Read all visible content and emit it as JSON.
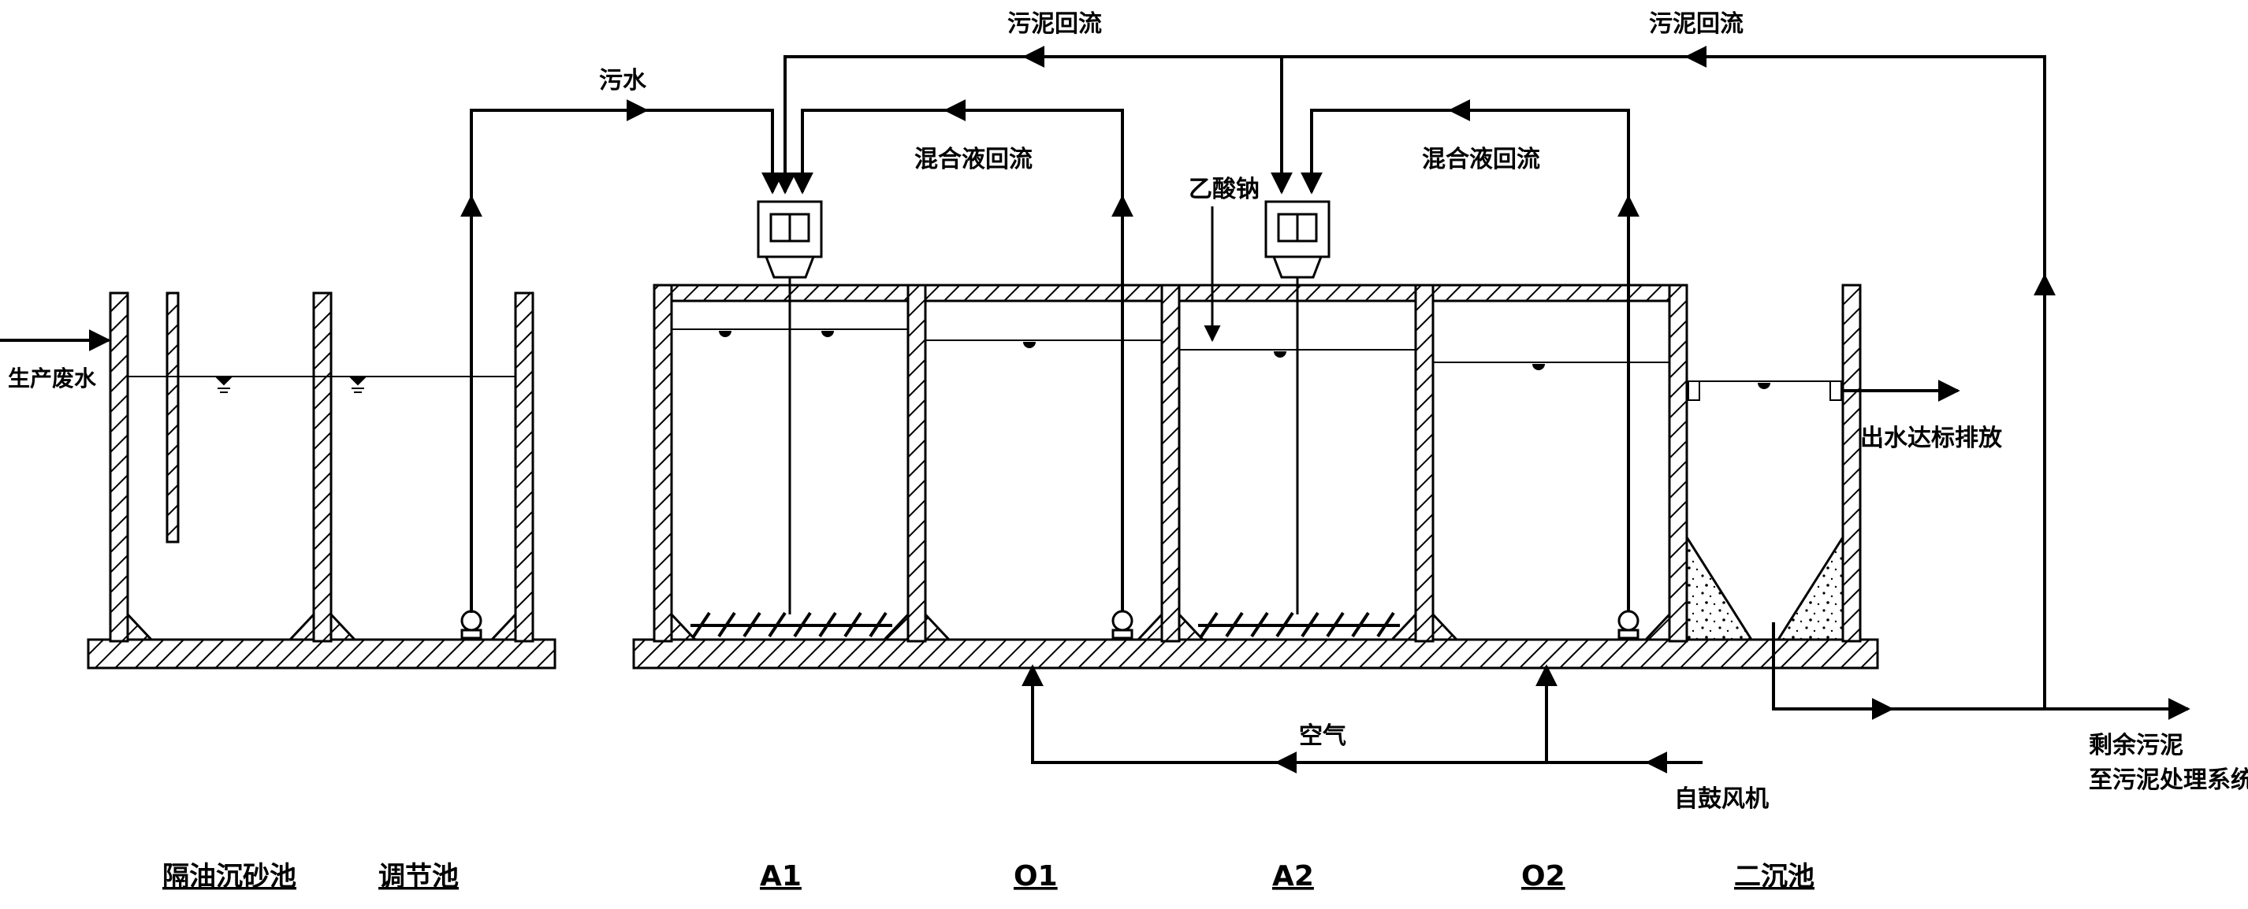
{
  "labels": {
    "sewage": "污水",
    "sludge_return_left": "污泥回流",
    "sludge_return_right": "污泥回流",
    "mixed_return_1": "混合液回流",
    "mixed_return_2": "混合液回流",
    "sodium_acetate": "乙酸钠",
    "production_wastewater": "生产废水",
    "effluent": "出水达标排放",
    "air": "空气",
    "blower": "自鼓风机",
    "excess_sludge_1": "剩余污泥",
    "excess_sludge_2": "至污泥处理系统"
  },
  "units": {
    "oil_grit": "隔油沉砂池",
    "equalization": "调节池",
    "a1": "A1",
    "o1": "O1",
    "a2": "A2",
    "o2": "O2",
    "secondary_clarifier": "二沉池"
  }
}
